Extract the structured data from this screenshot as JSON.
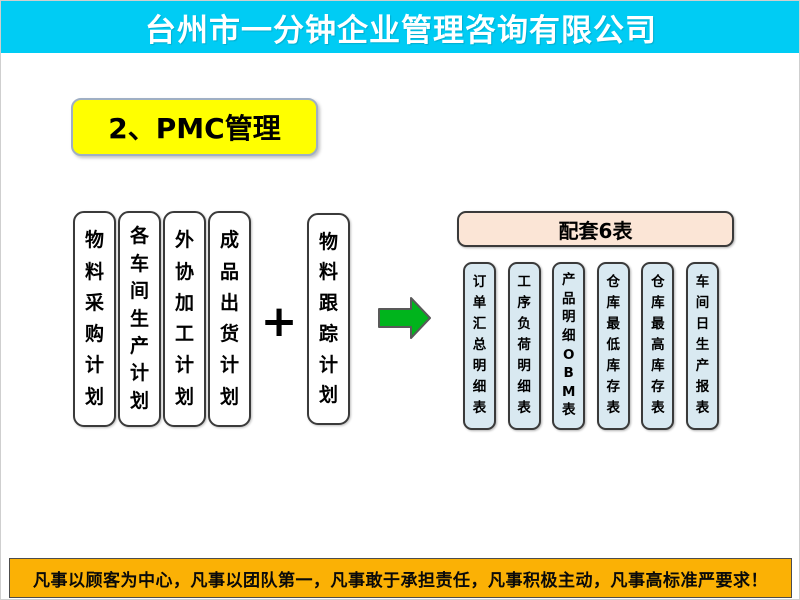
{
  "header": {
    "company_name": "台州市一分钟企业管理咨询有限公司"
  },
  "section": {
    "title": "2、PMC管理"
  },
  "plans": {
    "items": [
      "物料采购计划",
      "各车间生产计划",
      "外协加工计划",
      "成品出货计划"
    ],
    "plus_sign": "+",
    "tracking_plan": "物料跟踪计划"
  },
  "tables_panel": {
    "title": "配套6表",
    "items": [
      "订单汇总明细表",
      "工序负荷明细表",
      "产品明细OBM表",
      "仓库最低库存表",
      "仓库最高库存表",
      "车间日生产报表"
    ]
  },
  "footer": {
    "slogan": "凡事以顾客为中心，凡事以团队第一，凡事敢于承担责任，凡事积极主动，凡事高标准严要求！"
  },
  "colors": {
    "banner_cyan": "#00CCF4",
    "title_yellow": "#FFFF00",
    "panel_peach": "#FBE5D6",
    "table_blue": "#D9E9F1",
    "arrow_green": "#00B41C",
    "footer_orange": "#FBB105"
  }
}
